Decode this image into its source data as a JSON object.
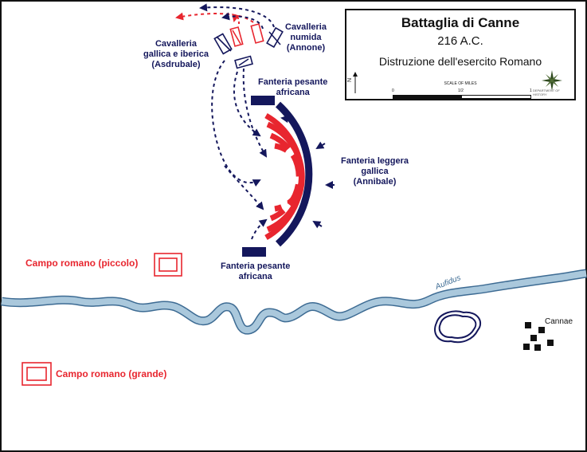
{
  "title": "Battaglia di Canne",
  "date": "216 A.C.",
  "subtitle": "Distruzione dell'esercito Romano",
  "scale": {
    "label": "SCALE OF MILES",
    "ticks": [
      "0",
      "1/2",
      "1"
    ]
  },
  "north_label": "N",
  "compass_icon": "compass-rose",
  "map_credit": "DEPARTMENT OF HISTORY",
  "colors": {
    "carthaginian": "#14175c",
    "roman": "#e8262f",
    "river": "#aac8dc",
    "river_edge": "#3d6b93"
  },
  "labels": {
    "numidian_cavalry": [
      "Cavalleria",
      "numida",
      "(Annone)"
    ],
    "gallic_iberian_cavalry": [
      "Cavalleria",
      "gallica e iberica",
      "(Asdrubale)"
    ],
    "heavy_infantry_north": [
      "Fanteria pesante",
      "africana"
    ],
    "light_infantry": [
      "Fanteria leggera",
      "gallica",
      "(Annibale)"
    ],
    "heavy_infantry_south": [
      "Fanteria pesante",
      "africana"
    ],
    "small_camp": "Campo romano (piccolo)",
    "large_camp": "Campo romano (grande)",
    "river": "Aufidus",
    "town": "Cannae"
  }
}
